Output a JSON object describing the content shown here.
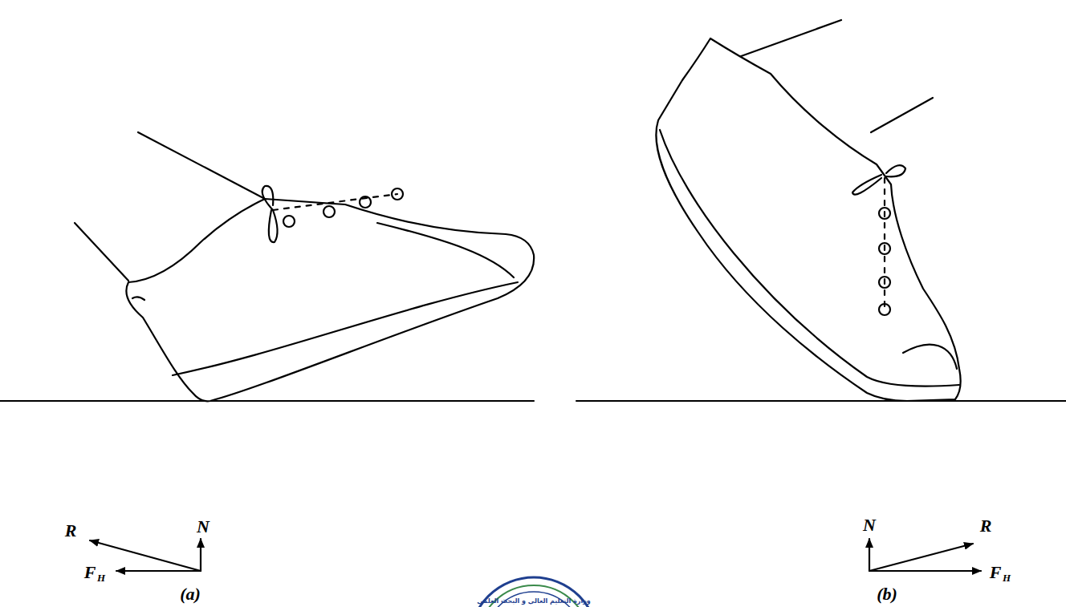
{
  "diagram": {
    "labels": [
      "R",
      "N",
      "F",
      "H",
      "(a)",
      "N",
      "R",
      "F",
      "H",
      "(b)",
      "وزارة التعليم العالي و البحث العلمي"
    ]
  }
}
